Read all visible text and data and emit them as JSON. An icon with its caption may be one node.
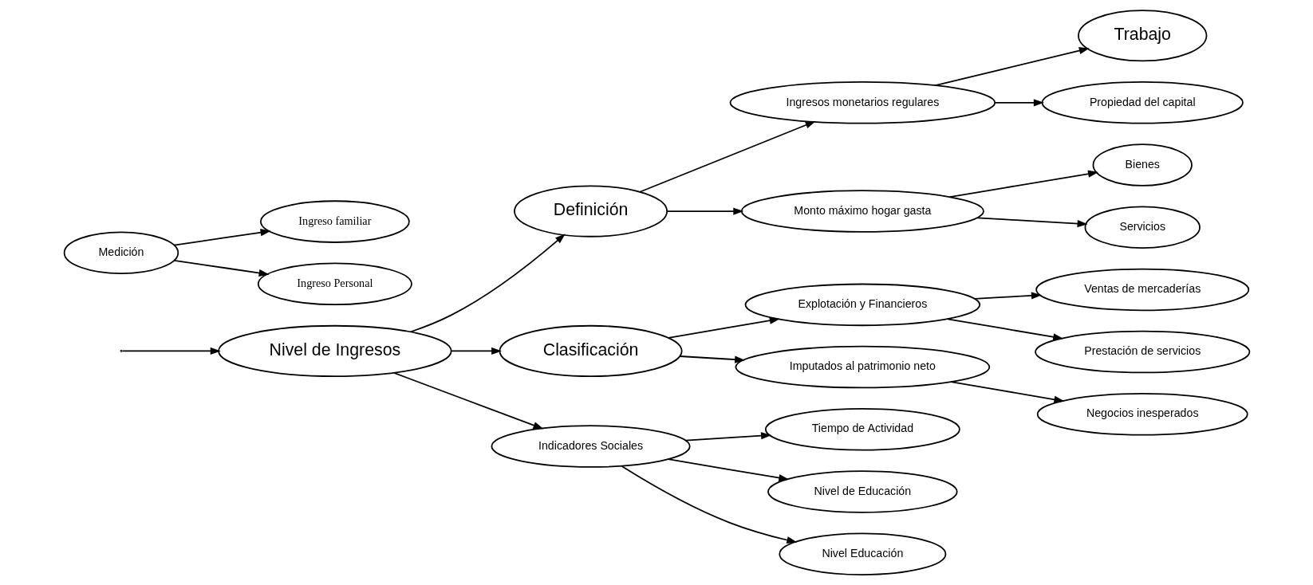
{
  "diagram": {
    "nodes": [
      {
        "text": [
          "Nivel de Ingresos"
        ]
      },
      {
        "text": [
          "Definición"
        ]
      },
      {
        "text": [
          "Ingresos monetarios regulares"
        ]
      },
      {
        "text": [
          "Trabajo"
        ]
      },
      {
        "text": [
          "Propiedad del capital"
        ]
      },
      {
        "text": [
          "Monto máximo hogar gasta"
        ]
      },
      {
        "text": [
          "Bienes"
        ]
      },
      {
        "text": [
          "Servicios"
        ]
      },
      {
        "text": [
          "Clasificación"
        ]
      },
      {
        "text": [
          "Explotación y Financieros"
        ]
      },
      {
        "text": [
          "Ventas de mercaderías"
        ]
      },
      {
        "text": [
          "Prestación de servicios"
        ]
      },
      {
        "text": [
          "Imputados al patrimonio neto"
        ]
      },
      {
        "text": [
          "Negocios inesperados"
        ]
      },
      {
        "text": [
          "Indicadores Sociales"
        ]
      },
      {
        "text": [
          "Tiempo de Actividad"
        ]
      },
      {
        "text": [
          "Nivel de Educación"
        ]
      },
      {
        "text": [
          "Nivel Educación"
        ]
      },
      {
        "text": [
          "Medición"
        ]
      },
      {
        "text": [
          "Ingreso familiar"
        ]
      },
      {
        "text": [
          "Ingreso Personal"
        ]
      }
    ],
    "edges": [
      {
        "from": 0,
        "to": 1,
        "arrow": "to"
      },
      {
        "from": 1,
        "to": 2,
        "arrow": "to"
      },
      {
        "from": 2,
        "to": 3,
        "arrow": "to"
      },
      {
        "from": 2,
        "to": 4,
        "arrow": "to"
      },
      {
        "from": 1,
        "to": 5,
        "arrow": "to"
      },
      {
        "from": 5,
        "to": 6,
        "arrow": "to"
      },
      {
        "from": 5,
        "to": 7,
        "arrow": "to"
      },
      {
        "from": 0,
        "to": 8,
        "arrow": "to"
      },
      {
        "from": 8,
        "to": 9,
        "arrow": "to"
      },
      {
        "from": 8,
        "to": 12,
        "arrow": "to"
      },
      {
        "from": 9,
        "to": 10,
        "arrow": "to"
      },
      {
        "from": 9,
        "to": 11,
        "arrow": "to"
      },
      {
        "from": 12,
        "to": 13,
        "arrow": "to"
      },
      {
        "from": 0,
        "to": 14,
        "arrow": "to"
      },
      {
        "from": 14,
        "to": 15,
        "arrow": "to"
      },
      {
        "from": 14,
        "to": 16,
        "arrow": "to"
      },
      {
        "from": 14,
        "to": 17,
        "arrow": "to"
      },
      {
        "from": 18,
        "to": 19,
        "arrow": "to"
      },
      {
        "from": 18,
        "to": 20,
        "arrow": "to"
      },
      {
        "from": null,
        "to": 0,
        "arrow": "to"
      }
    ]
  }
}
